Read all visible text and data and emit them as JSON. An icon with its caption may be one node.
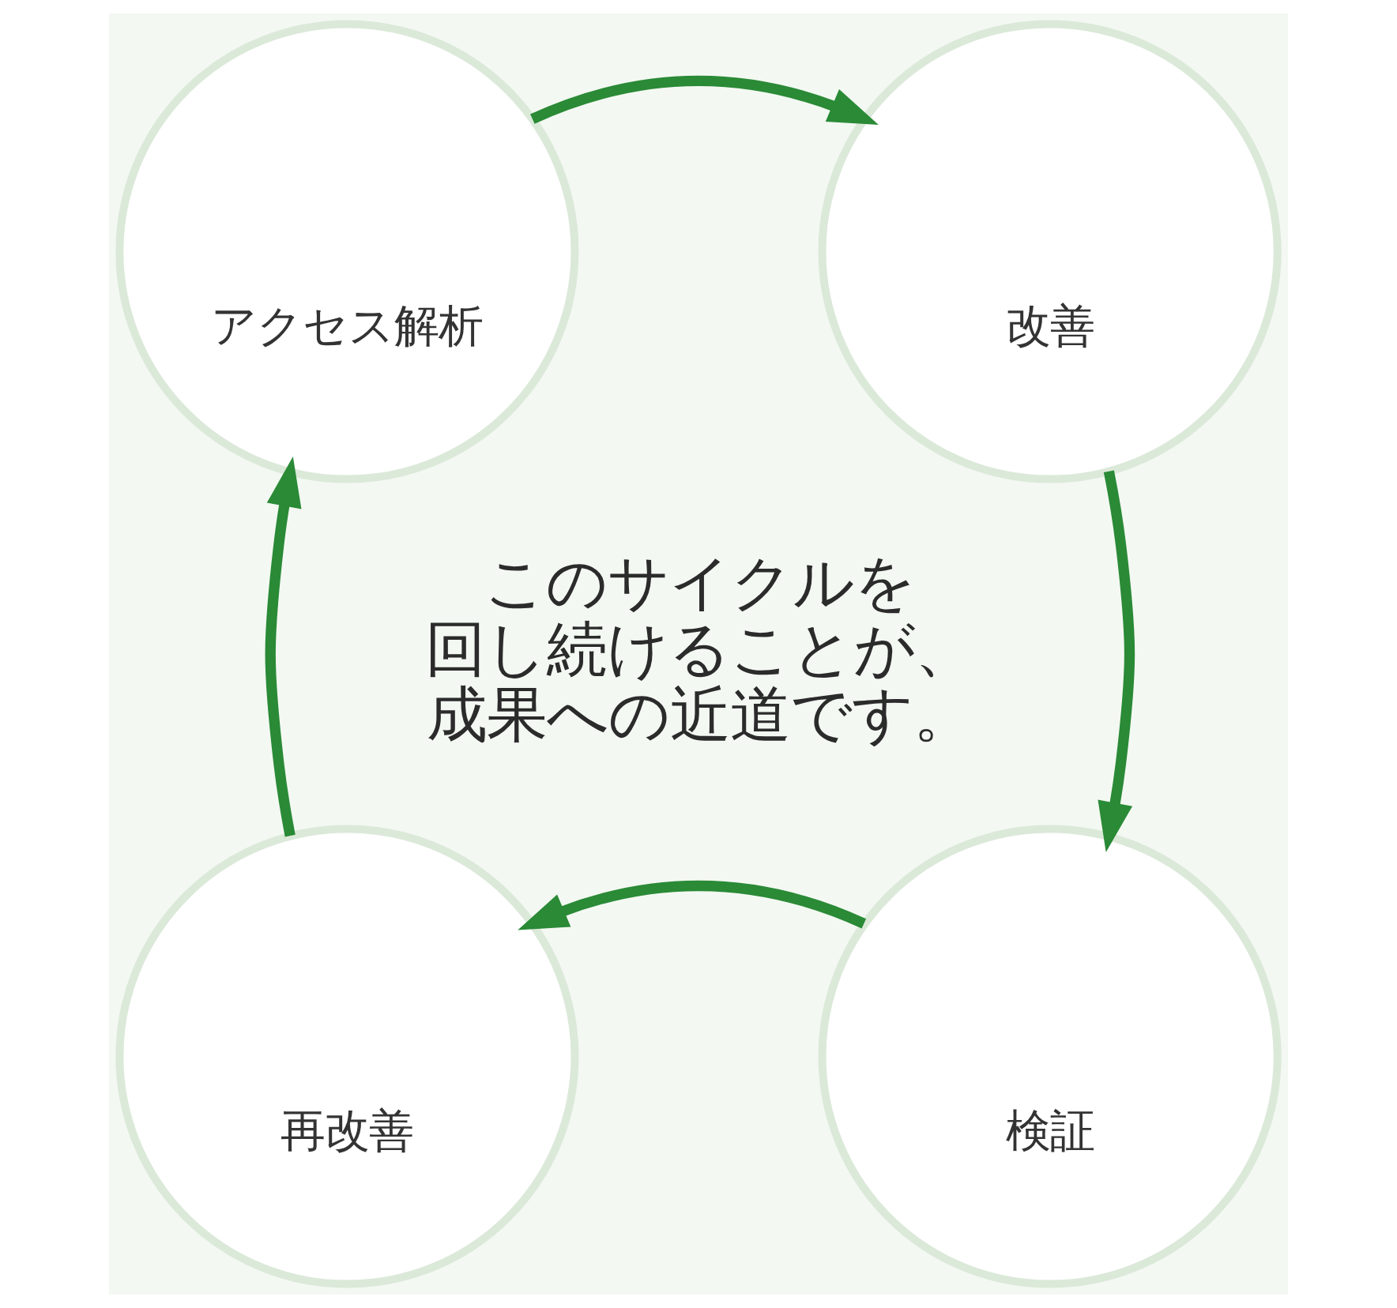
{
  "diagram": {
    "nodes": [
      {
        "text": [
          "アクセス解析"
        ]
      },
      {
        "text": [
          "改善"
        ]
      },
      {
        "text": [
          "再改善"
        ]
      },
      {
        "text": [
          "検証"
        ]
      }
    ],
    "edges": [
      {
        "from": 0,
        "to": 1,
        "arrow": "to"
      },
      {
        "from": 1,
        "to": 3,
        "arrow": "to"
      },
      {
        "from": 3,
        "to": 2,
        "arrow": "to"
      },
      {
        "from": 2,
        "to": 0,
        "arrow": "to"
      }
    ],
    "labels": [
      "このサイクルを回し続けることが、成果への近道です。"
    ]
  }
}
